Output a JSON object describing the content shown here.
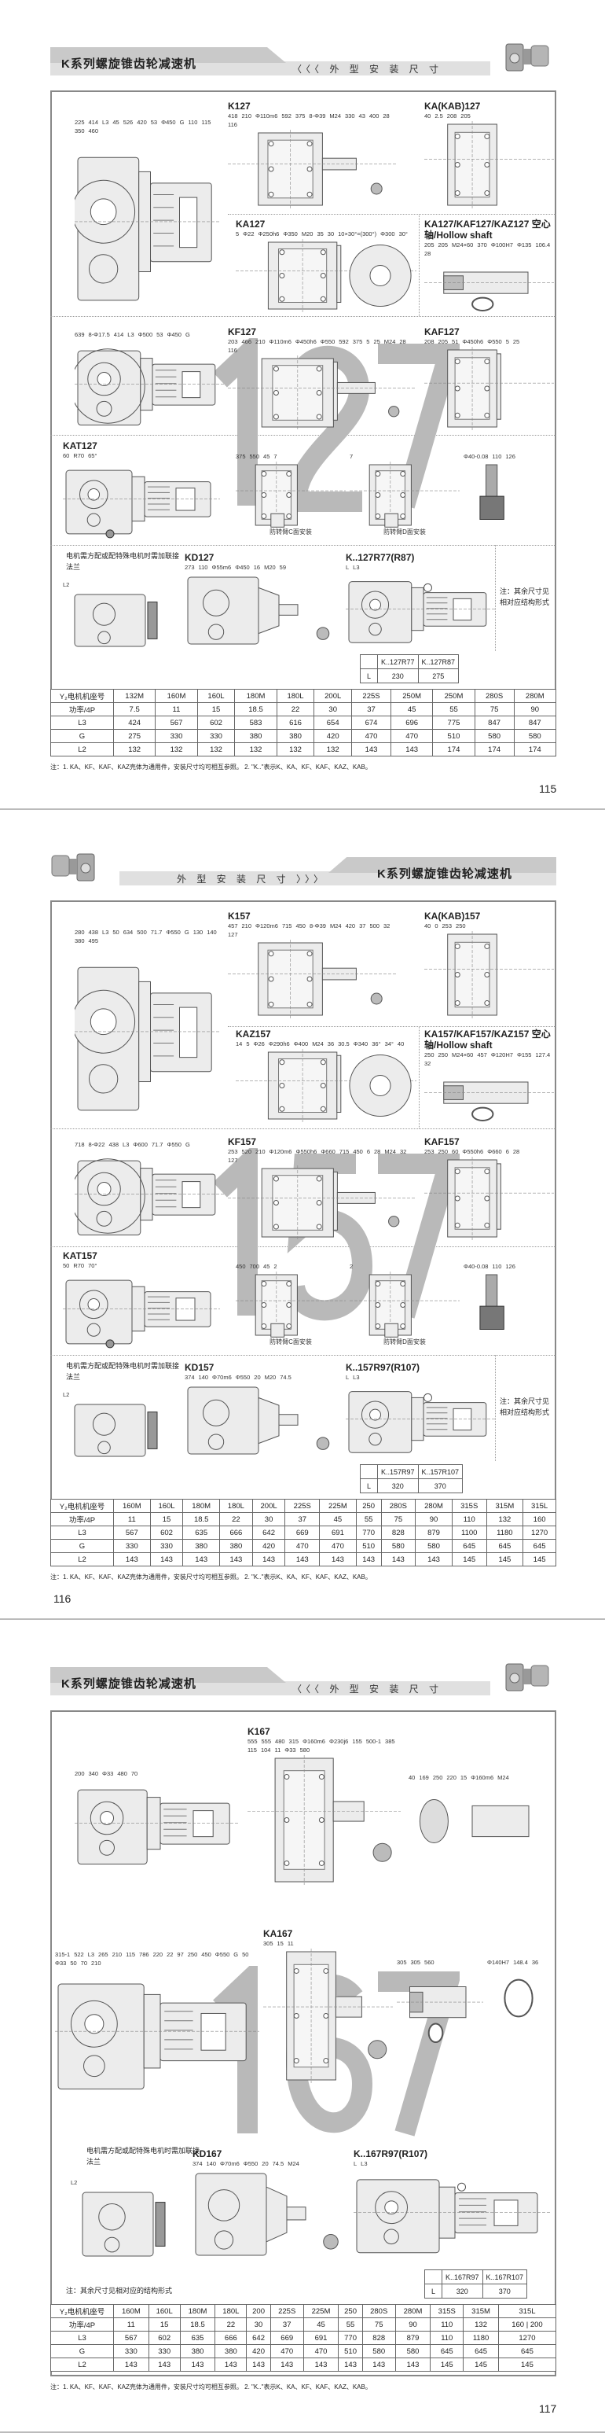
{
  "pages": [
    {
      "series_title": "K系列螺旋锥齿轮减速机",
      "section_title": "外 型 安 装 尺 寸",
      "chevron_icon": "triple-chevron-left-icon",
      "watermark": "127",
      "page_number": "115",
      "flange_note": "电机需方配或配特殊电机时需加联接法兰",
      "right_note": "注：其余尺寸见相对应结构形式",
      "drawings": [
        {
          "title": "",
          "dims": [
            "225",
            "414",
            "L3",
            "45",
            "526",
            "420",
            "53",
            "Φ450",
            "G",
            "110",
            "115",
            "350",
            "460"
          ]
        },
        {
          "title": "K127",
          "dims": [
            "418",
            "210",
            "Φ110m6",
            "592",
            "375",
            "8-Φ39",
            "M24",
            "330",
            "43",
            "400",
            "28",
            "116"
          ]
        },
        {
          "title": "KA(KAB)127",
          "dims": [
            "40",
            "2.5",
            "208",
            "205"
          ]
        },
        {
          "title": "KA127",
          "dims": [
            "5",
            "Φ22",
            "Φ250h6",
            "Φ350",
            "M20",
            "35",
            "30",
            "10×30°=(300°)",
            "Φ300",
            "30°"
          ]
        },
        {
          "title": "KA127/KAF127/KAZ127 空心轴/Hollow shaft",
          "dims": [
            "205",
            "205",
            "M24×60",
            "370",
            "Φ100H7",
            "Φ135",
            "106.4",
            "28"
          ]
        },
        {
          "title": "",
          "dims": [
            "639",
            "8-Φ17.5",
            "414",
            "L3",
            "Φ500",
            "53",
            "Φ450",
            "G"
          ]
        },
        {
          "title": "KF127",
          "dims": [
            "203",
            "466",
            "210",
            "Φ110m6",
            "Φ450h6",
            "Φ550",
            "592",
            "375",
            "5",
            "25",
            "M24",
            "28",
            "116"
          ]
        },
        {
          "title": "KAF127",
          "dims": [
            "208",
            "205",
            "51",
            "Φ450h6",
            "Φ550",
            "5",
            "25"
          ]
        },
        {
          "title": "KAT127",
          "dims": [
            "60",
            "R70",
            "65°"
          ]
        },
        {
          "title": "",
          "dims": [
            "375",
            "550",
            "45",
            "7"
          ],
          "caption": "防转臂C面安装"
        },
        {
          "title": "",
          "dims": [
            "7"
          ],
          "caption": "防转臂D面安装"
        },
        {
          "title": "",
          "dims": [
            "Φ40-0.08",
            "110",
            "126"
          ]
        },
        {
          "title": "",
          "dims": [
            "L2"
          ]
        },
        {
          "title": "KD127",
          "dims": [
            "273",
            "110",
            "Φ55m6",
            "Φ450",
            "16",
            "M20",
            "59"
          ]
        },
        {
          "title": "K..127R77(R87)",
          "dims": [
            "L",
            "L3"
          ]
        }
      ],
      "sub_table": {
        "rows": [
          [
            "",
            "K..127R77",
            "K..127R87"
          ],
          [
            "L",
            "230",
            "275"
          ]
        ]
      },
      "table": {
        "rows": [
          [
            "Y₂电机机座号",
            "132M",
            "160M",
            "160L",
            "180M",
            "180L",
            "200L",
            "225S",
            "250M",
            "250M",
            "280S",
            "280M"
          ],
          [
            "功率/4P",
            "7.5",
            "11",
            "15",
            "18.5",
            "22",
            "30",
            "37",
            "45",
            "55",
            "75",
            "90"
          ],
          [
            "L3",
            "424",
            "567",
            "602",
            "583",
            "616",
            "654",
            "674",
            "696",
            "775",
            "847",
            "847"
          ],
          [
            "G",
            "275",
            "330",
            "330",
            "380",
            "380",
            "420",
            "470",
            "470",
            "510",
            "580",
            "580"
          ],
          [
            "L2",
            "132",
            "132",
            "132",
            "132",
            "132",
            "132",
            "143",
            "143",
            "174",
            "174",
            "174"
          ]
        ]
      },
      "footnote": "注：1. KA、KF、KAF、KAZ壳体为通用件，安装尺寸均可相互参照。   2. \"K..\"表示K、KA、KF、KAF、KAZ、KAB。"
    },
    {
      "series_title": "K系列螺旋锥齿轮减速机",
      "section_title": "外 型 安 装 尺 寸",
      "chevron_icon": "triple-chevron-right-icon",
      "watermark": "157",
      "page_number": "116",
      "flange_note": "电机需方配或配特殊电机时需加联接法兰",
      "right_note": "注：其余尺寸见相对应结构形式",
      "drawings": [
        {
          "title": "",
          "dims": [
            "280",
            "438",
            "L3",
            "50",
            "634",
            "500",
            "71.7",
            "Φ550",
            "G",
            "130",
            "140",
            "380",
            "495"
          ]
        },
        {
          "title": "K157",
          "dims": [
            "457",
            "210",
            "Φ120m6",
            "715",
            "450",
            "8-Φ39",
            "M24",
            "420",
            "37",
            "500",
            "32",
            "127"
          ]
        },
        {
          "title": "KA(KAB)157",
          "dims": [
            "40",
            "0",
            "253",
            "250"
          ]
        },
        {
          "title": "KAZ157",
          "dims": [
            "14",
            "5",
            "Φ26",
            "Φ290h6",
            "Φ400",
            "M24",
            "36",
            "30.5",
            "Φ340",
            "36°",
            "34°",
            "40"
          ]
        },
        {
          "title": "KA157/KAF157/KAZ157 空心轴/Hollow shaft",
          "dims": [
            "250",
            "250",
            "M24×60",
            "457",
            "Φ120H7",
            "Φ155",
            "127.4",
            "32"
          ]
        },
        {
          "title": "",
          "dims": [
            "718",
            "8-Φ22",
            "438",
            "L3",
            "Φ600",
            "71.7",
            "Φ550",
            "G"
          ]
        },
        {
          "title": "KF157",
          "dims": [
            "253",
            "520",
            "210",
            "Φ120m6",
            "Φ550h6",
            "Φ660",
            "715",
            "450",
            "6",
            "28",
            "M24",
            "32",
            "127"
          ]
        },
        {
          "title": "KAF157",
          "dims": [
            "253",
            "250",
            "60",
            "Φ550h6",
            "Φ660",
            "6",
            "28"
          ]
        },
        {
          "title": "KAT157",
          "dims": [
            "50",
            "R70",
            "70°"
          ]
        },
        {
          "title": "",
          "dims": [
            "450",
            "700",
            "45",
            "2"
          ],
          "caption": "防转臂C面安装"
        },
        {
          "title": "",
          "dims": [
            "2"
          ],
          "caption": "防转臂D面安装"
        },
        {
          "title": "",
          "dims": [
            "Φ40-0.08",
            "110",
            "126"
          ]
        },
        {
          "title": "",
          "dims": [
            "L2"
          ]
        },
        {
          "title": "KD157",
          "dims": [
            "374",
            "140",
            "Φ70m6",
            "Φ550",
            "20",
            "M20",
            "74.5"
          ]
        },
        {
          "title": "K..157R97(R107)",
          "dims": [
            "L",
            "L3"
          ]
        }
      ],
      "sub_table": {
        "rows": [
          [
            "",
            "K..157R97",
            "K..157R107"
          ],
          [
            "L",
            "320",
            "370"
          ]
        ]
      },
      "table": {
        "rows": [
          [
            "Y₂电机机座号",
            "160M",
            "160L",
            "180M",
            "180L",
            "200L",
            "225S",
            "225M",
            "250",
            "280S",
            "280M",
            "315S",
            "315M",
            "315L"
          ],
          [
            "功率/4P",
            "11",
            "15",
            "18.5",
            "22",
            "30",
            "37",
            "45",
            "55",
            "75",
            "90",
            "110",
            "132",
            "160"
          ],
          [
            "L3",
            "567",
            "602",
            "635",
            "666",
            "642",
            "669",
            "691",
            "770",
            "828",
            "879",
            "1100",
            "1180",
            "1270"
          ],
          [
            "G",
            "330",
            "330",
            "380",
            "380",
            "420",
            "470",
            "470",
            "510",
            "580",
            "580",
            "645",
            "645",
            "645"
          ],
          [
            "L2",
            "143",
            "143",
            "143",
            "143",
            "143",
            "143",
            "143",
            "143",
            "143",
            "143",
            "145",
            "145",
            "145"
          ]
        ]
      },
      "footnote": "注：1. KA、KF、KAF、KAZ壳体为通用件，安装尺寸均可相互参照。   2. \"K..\"表示K、KA、KF、KAF、KAZ、KAB。"
    },
    {
      "series_title": "K系列螺旋锥齿轮减速机",
      "section_title": "外 型 安 装 尺 寸",
      "chevron_icon": "triple-chevron-left-icon",
      "watermark": "167",
      "page_number": "117",
      "flange_note": "电机需方配或配特殊电机时需加联接法兰",
      "bottom_note": "注：其余尺寸见相对应的结构形式",
      "drawings": [
        {
          "title": "",
          "dims": [
            "200",
            "340",
            "Φ33",
            "480",
            "70"
          ]
        },
        {
          "title": "K167",
          "dims": [
            "555",
            "555",
            "480",
            "315",
            "Φ160m6",
            "Φ230j6",
            "155",
            "500-1",
            "385",
            "115",
            "104",
            "11",
            "Φ33",
            "580"
          ]
        },
        {
          "title": "",
          "dims": [
            "40",
            "169",
            "250",
            "220",
            "15",
            "Φ160m6",
            "M24"
          ]
        },
        {
          "title": "",
          "dims": [
            "315-1",
            "522",
            "L3",
            "265",
            "210",
            "115",
            "786",
            "220",
            "22",
            "97",
            "250",
            "450",
            "Φ550",
            "G",
            "50",
            "Φ33",
            "50",
            "70",
            "210"
          ]
        },
        {
          "title": "KA167",
          "dims": [
            "305",
            "15",
            "11"
          ]
        },
        {
          "title": "",
          "dims": [
            "305",
            "305",
            "560"
          ]
        },
        {
          "title": "",
          "dims": [
            "Φ140H7",
            "148.4",
            "36"
          ]
        },
        {
          "title": "",
          "dims": [
            "L2"
          ]
        },
        {
          "title": "KD167",
          "dims": [
            "374",
            "140",
            "Φ70m6",
            "Φ550",
            "20",
            "74.5",
            "M24"
          ]
        },
        {
          "title": "K..167R97(R107)",
          "dims": [
            "L",
            "L3"
          ]
        }
      ],
      "sub_table": {
        "rows": [
          [
            "",
            "K..167R97",
            "K..167R107"
          ],
          [
            "L",
            "320",
            "370"
          ]
        ]
      },
      "table": {
        "rows": [
          [
            "Y₂电机机座号",
            "160M",
            "160L",
            "180M",
            "180L",
            "200",
            "225S",
            "225M",
            "250",
            "280S",
            "280M",
            "315S",
            "315M",
            "315L"
          ],
          [
            "功率/4P",
            "11",
            "15",
            "18.5",
            "22",
            "30",
            "37",
            "45",
            "55",
            "75",
            "90",
            "110",
            "132",
            "160 | 200"
          ],
          [
            "L3",
            "567",
            "602",
            "635",
            "666",
            "642",
            "669",
            "691",
            "770",
            "828",
            "879",
            "110",
            "1180",
            "1270"
          ],
          [
            "G",
            "330",
            "330",
            "380",
            "380",
            "420",
            "470",
            "470",
            "510",
            "580",
            "580",
            "645",
            "645",
            "645"
          ],
          [
            "L2",
            "143",
            "143",
            "143",
            "143",
            "143",
            "143",
            "143",
            "143",
            "143",
            "143",
            "145",
            "145",
            "145"
          ]
        ]
      },
      "footnote": "注：1. KA、KF、KAF、KAZ壳体为通用件，安装尺寸均可相互参照。   2. \"K..\"表示K、KA、KF、KAF、KAZ、KAB。"
    }
  ]
}
